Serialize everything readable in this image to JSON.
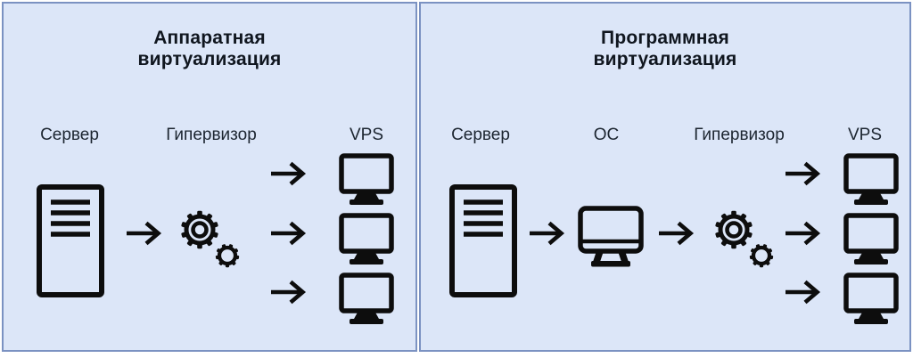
{
  "colors": {
    "panel_background": "#dce6f8",
    "panel_border": "#7b92c2",
    "icon_stroke": "#0d0d0d",
    "title_text": "#10161f",
    "label_text": "#1c2530"
  },
  "panels": [
    {
      "title_line1": "Аппаратная",
      "title_line2": "виртуализация",
      "labels": [
        "Сервер",
        "Гипервизор",
        "VPS"
      ]
    },
    {
      "title_line1": "Программная",
      "title_line2": "виртуализация",
      "labels": [
        "Сервер",
        "ОС",
        "Гипервизор",
        "VPS"
      ]
    }
  ]
}
